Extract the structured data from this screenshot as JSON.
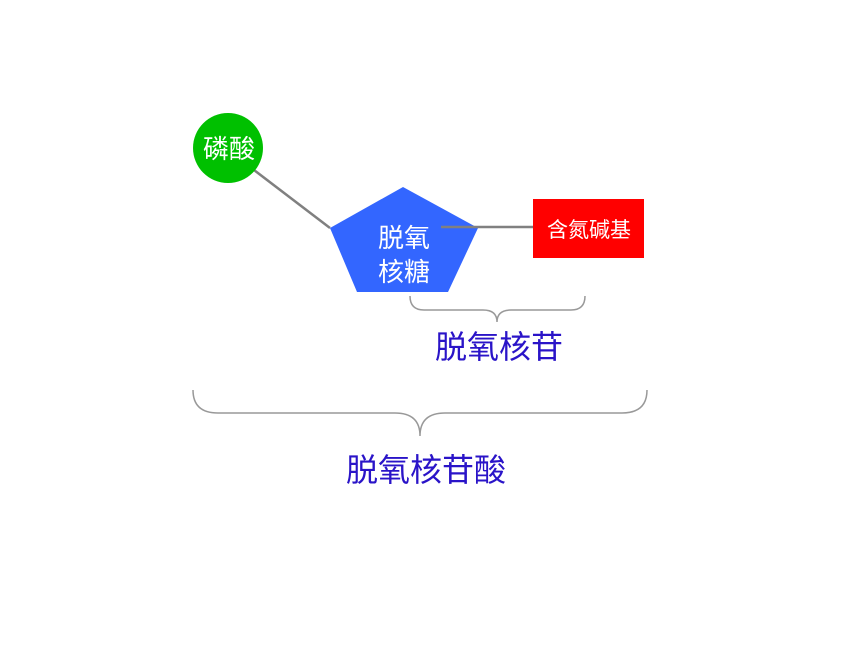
{
  "diagram": {
    "phosphate": {
      "label": "磷酸",
      "fill": "#00C000",
      "text_color": "#ffffff"
    },
    "sugar": {
      "label_line1": "脱氧",
      "label_line2": "核糖",
      "fill": "#3366FF",
      "text_color": "#ffffff"
    },
    "base": {
      "label": "含氮碱基",
      "fill": "#FF0000",
      "text_color": "#ffffff"
    },
    "connector_color": "#808080",
    "brace_color": "#999999",
    "nucleoside": {
      "label": "脱氧核苷",
      "color": "#2A14C8"
    },
    "nucleotide": {
      "label": "脱氧核苷酸",
      "color": "#2A14C8"
    }
  }
}
